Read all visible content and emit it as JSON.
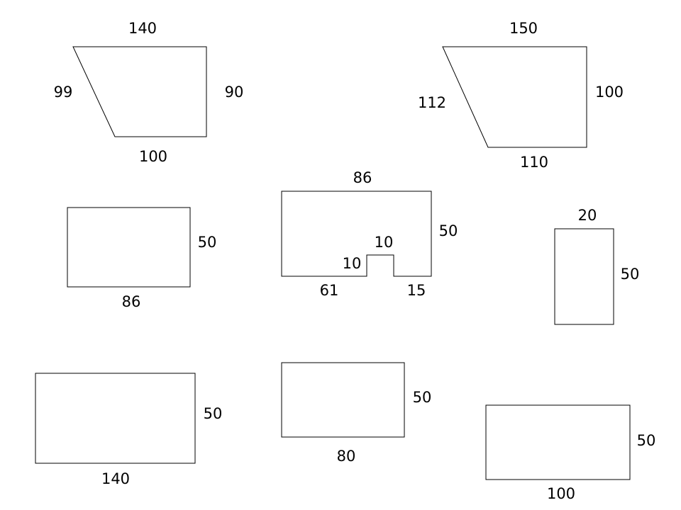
{
  "shapes": {
    "trapezoid_a": {
      "top": "140",
      "left": "99",
      "right": "90",
      "bottom": "100"
    },
    "trapezoid_b": {
      "top": "150",
      "left": "112",
      "right": "100",
      "bottom": "110"
    },
    "rect_86x50": {
      "right": "50",
      "bottom": "86"
    },
    "notched_rect": {
      "top": "86",
      "right": "50",
      "notch_top": "10",
      "notch_side": "10",
      "bottom_left": "61",
      "bottom_right": "15"
    },
    "rect_20x50": {
      "top": "20",
      "right": "50"
    },
    "rect_140x50": {
      "right": "50",
      "bottom": "140"
    },
    "rect_80x50": {
      "right": "50",
      "bottom": "80"
    },
    "rect_100x50": {
      "right": "50",
      "bottom": "100"
    }
  }
}
